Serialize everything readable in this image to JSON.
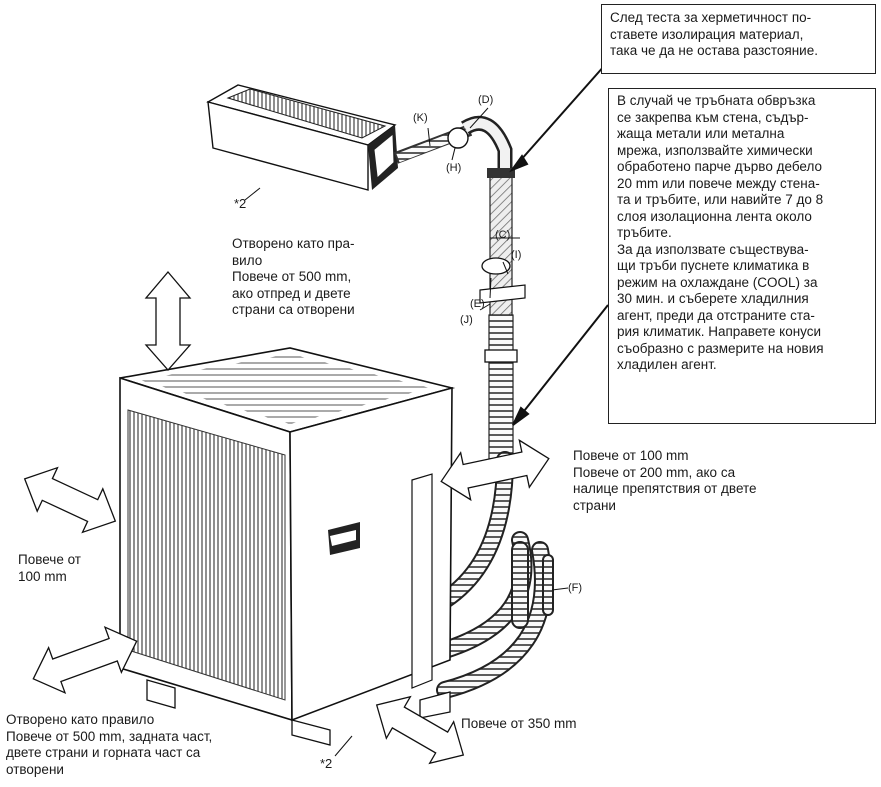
{
  "notes": {
    "top_box": "След теста за херметичност по-\nставете изолирация материал,\nтака че да не остава разстояние.",
    "big_box": "В случай че тръбната обвръзка\nсе закрепва към стена, съдър-\nжаща метали или метална\nмрежа, използвайте химически\nобработено парче дърво дебело\n20 mm или повече между стена-\nта и тръбите, или навийте 7 до 8\nслоя изолационна лента около\nтръбите.\nЗа да използвате съществува-\nщи тръби пуснете климатика в\nрежим на охлаждане (COOL) за\n30 мин. и съберете хладилния\nагент, преди да отстраните ста-\nрия климатик. Направете конуси\nсъобразно с размерите на новия\nхладилен агент."
  },
  "clearances": {
    "top": "Отворено като пра-\nвило\nПовече от 500 mm,\nако отпред и двете\nстрани са отворени",
    "right": "Повече от 100 mm\nПовече от 200 mm, ако са\nналице препятствия от двете\nстрани",
    "left": "Повече от\n100 mm",
    "rear": "Отворено като правило\nПовече от 500 mm, задната част,\nдвете страни и горната част са\nотворени",
    "front": "Повече от 350 mm"
  },
  "labels": {
    "D": "(D)",
    "K": "(K)",
    "H": "(H)",
    "C": "(C)",
    "I": "(I)",
    "E": "(E)",
    "J": "(J)",
    "F": "(F)",
    "star2_indoor": "*2",
    "star2_outdoor": "*2"
  }
}
